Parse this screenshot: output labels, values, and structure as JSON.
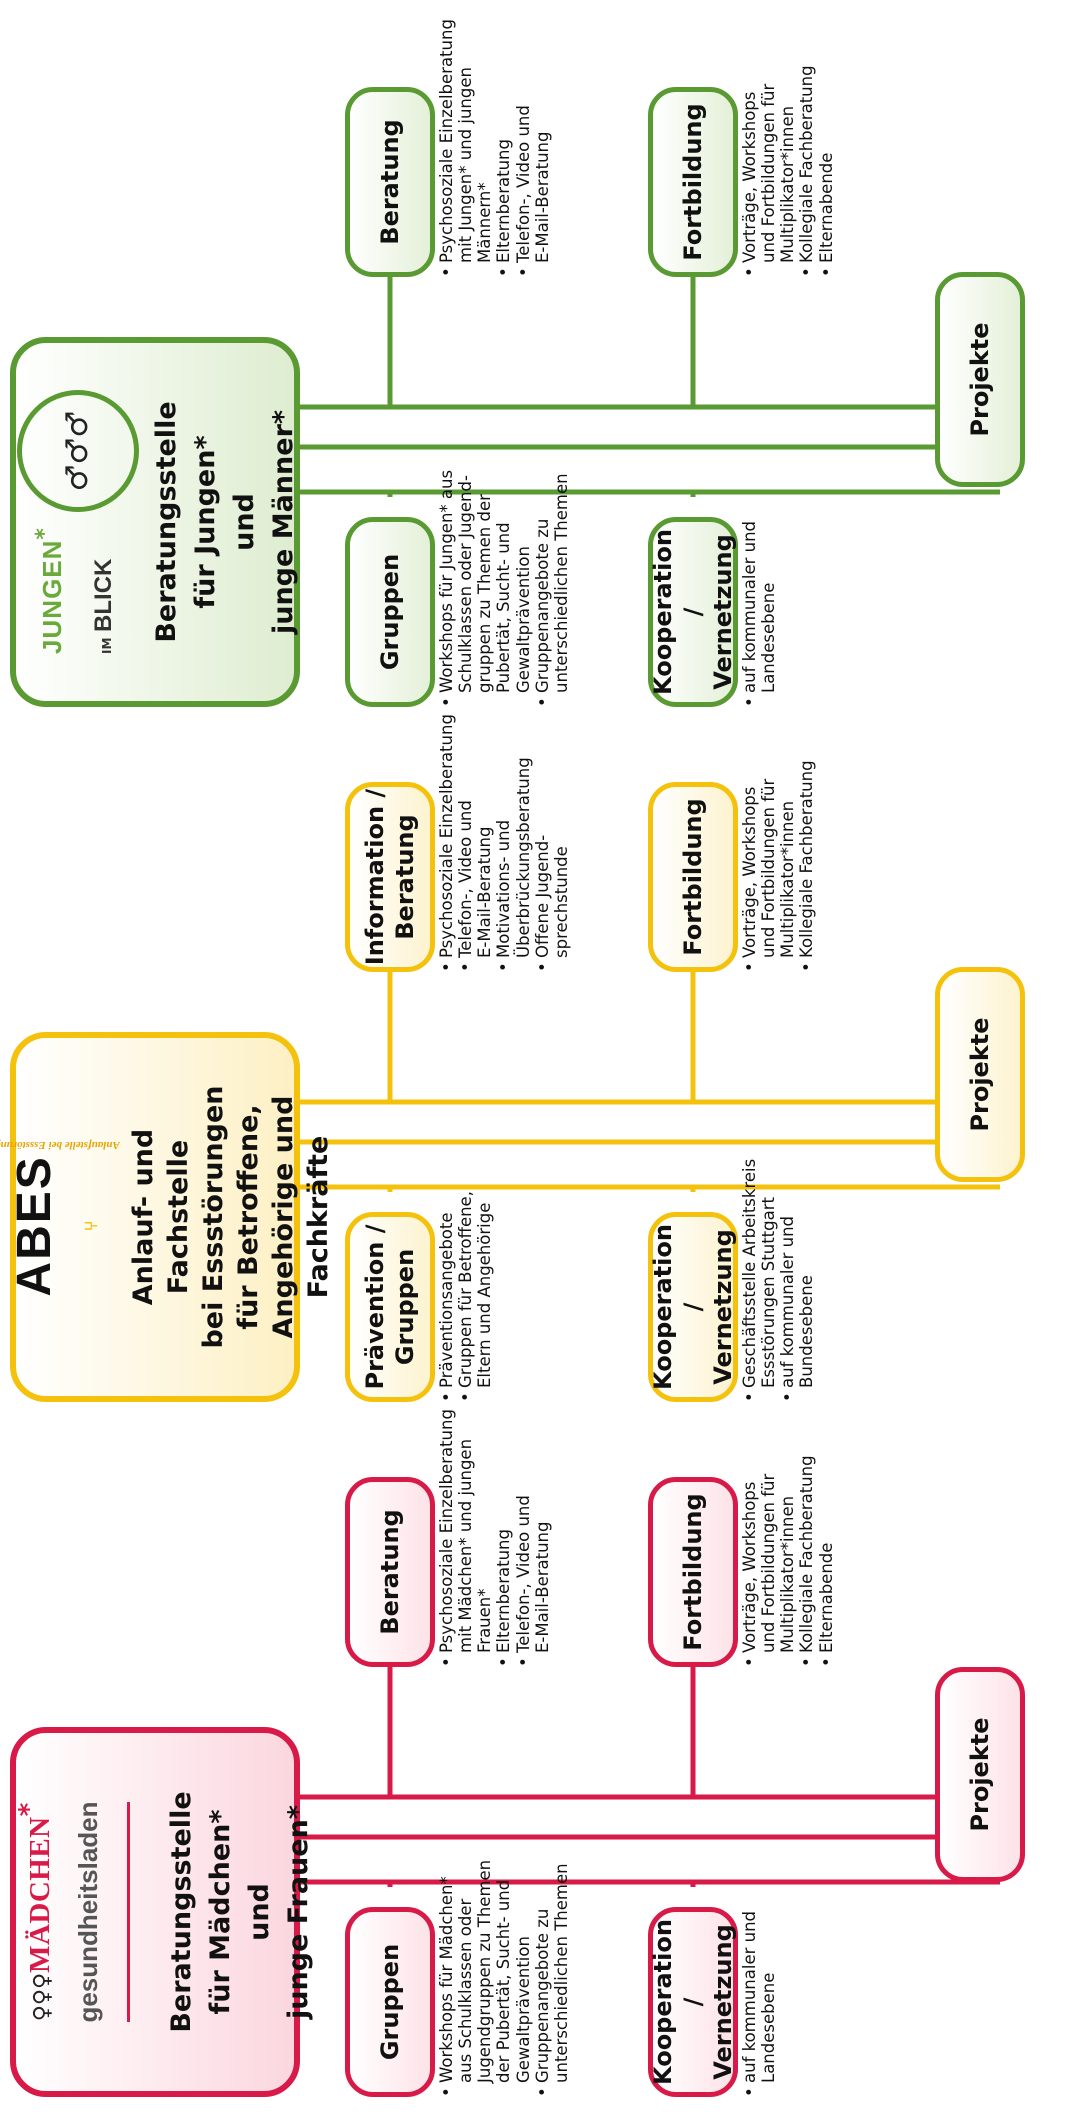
{
  "colors": {
    "red": "#d71a47",
    "yellow": "#f4c20d",
    "green": "#5a9a32"
  },
  "maedchen": {
    "logo": {
      "word": "MÄDCHEN",
      "star": "*",
      "sub": "gesundheitsladen"
    },
    "title": "Beratungsstelle\nfür Mädchen*\nund\njunge Frauen*",
    "cats": {
      "gruppen": "Gruppen",
      "beratung": "Beratung",
      "kooperation": "Kooperation /\nVernetzung",
      "fortbildung": "Fortbildung",
      "projekte": "Projekte"
    },
    "lists": {
      "gruppen": [
        "Workshops für Mädchen*\naus Schulklassen oder\nJugendgruppen zu Themen\nder Pubertät, Sucht- und\nGewaltprävention",
        "Gruppenangebote zu\nunterschiedlichen Themen"
      ],
      "beratung": [
        "Psychosoziale Einzelberatung\nmit Mädchen* und jungen\nFrauen*",
        "Elternberatung",
        "Telefon-, Video und\nE-Mail-Beratung"
      ],
      "kooperation": [
        "auf kommunaler und\nLandesebene"
      ],
      "fortbildung": [
        "Vorträge, Workshops\nund Fortbildungen für\nMultiplikator*innen",
        "Kollegiale Fachberatung",
        "Elternabende"
      ]
    }
  },
  "abes": {
    "logo": {
      "word": "ABES",
      "sub": "Anlaufstelle bei Essstörungen"
    },
    "title": "Anlauf- und\nFachstelle\nbei Essstörungen\nfür Betroffene,\nAngehörige und\nFachkräfte",
    "cats": {
      "praevention": "Prävention /\nGruppen",
      "information": "Information /\nBeratung",
      "kooperation": "Kooperation /\nVernetzung",
      "fortbildung": "Fortbildung",
      "projekte": "Projekte"
    },
    "lists": {
      "praevention": [
        "Präventionsangebote",
        "Gruppen für Betroffene,\nEltern und Angehörige"
      ],
      "information": [
        "Psychosoziale Einzelberatung",
        "Telefon-, Video und\nE-Mail-Beratung",
        "Motivations- und\nÜberbrückungsberatung",
        "Offene Jugend-\nsprechstunde"
      ],
      "kooperation": [
        "Geschäftsstelle Arbeitskreis\nEssstörungen Stuttgart",
        "auf kommunaler und\nBundesebene"
      ],
      "fortbildung": [
        "Vorträge, Workshops\nund Fortbildungen für\nMultiplikator*innen",
        "Kollegiale Fachberatung"
      ]
    }
  },
  "jungen": {
    "logo": {
      "word": "JUNGEN",
      "star": "*",
      "im": "IM",
      "blick": "BLICK"
    },
    "title": "Beratungsstelle\nfür Jungen*\nund\njunge Männer*",
    "cats": {
      "gruppen": "Gruppen",
      "beratung": "Beratung",
      "kooperation": "Kooperation /\nVernetzung",
      "fortbildung": "Fortbildung",
      "projekte": "Projekte"
    },
    "lists": {
      "gruppen": [
        "Workshops für Jungen* aus\nSchulklassen oder Jugend-\ngruppen zu Themen der\nPubertät, Sucht- und\nGewaltprävention",
        "Gruppenangebote zu\nunterschiedlichen Themen"
      ],
      "beratung": [
        "Psychosoziale Einzelberatung\nmit Jungen* und jungen\nMännern*",
        "Elternberatung",
        "Telefon-, Video und\nE-Mail-Beratung"
      ],
      "kooperation": [
        "auf kommunaler und\nLandesebene"
      ],
      "fortbildung": [
        "Vorträge, Workshops\nund Fortbildungen für\nMultiplikator*innen",
        "Kollegiale Fachberatung",
        "Elternabende"
      ]
    }
  }
}
